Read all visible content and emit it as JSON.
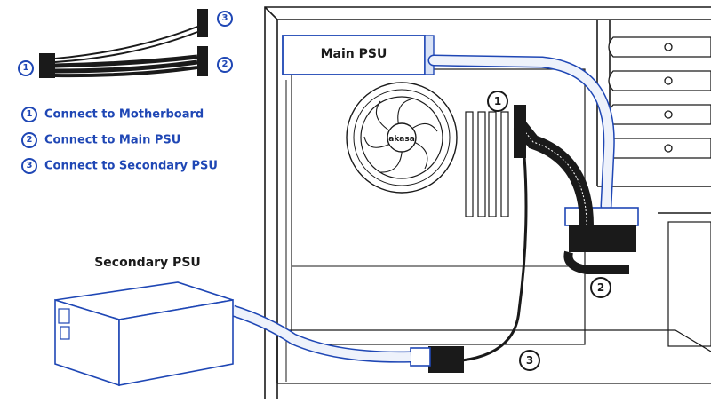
{
  "labels": {
    "main_psu": "Main PSU",
    "secondary_psu": "Secondary PSU",
    "brand": "akasa"
  },
  "legend": [
    {
      "num": "1",
      "text": "Connect to Motherboard"
    },
    {
      "num": "2",
      "text": "Connect to Main PSU"
    },
    {
      "num": "3",
      "text": "Connect to Secondary PSU"
    }
  ],
  "callouts": {
    "c1": "1",
    "c2": "2",
    "c3": "3",
    "cable_c1": "1",
    "cable_c2": "2",
    "cable_c3": "3"
  },
  "colors": {
    "accent": "#1f47b5",
    "line": "#1a1a1a",
    "cable_light": "#e8eef9"
  }
}
